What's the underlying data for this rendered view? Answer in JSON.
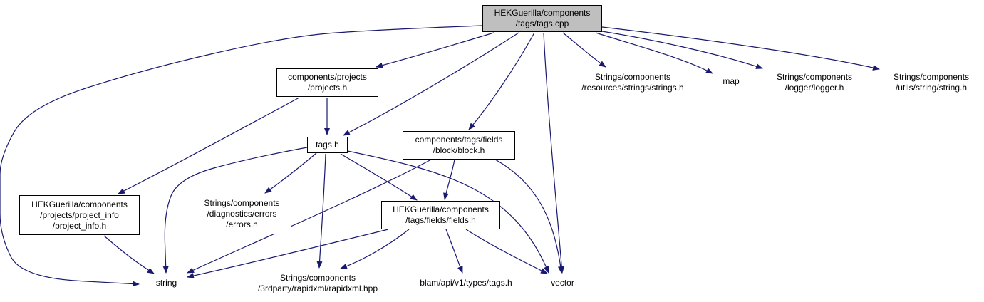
{
  "diagram": {
    "colors": {
      "edge": "#191970",
      "root_fill": "#bfbfbf",
      "local_border": "#000000",
      "external_border": "#bfbfbf"
    },
    "nodes": [
      {
        "id": "root",
        "kind": "root",
        "label": "HEKGuerilla/components\n/tags/tags.cpp"
      },
      {
        "id": "projects_h",
        "kind": "local",
        "label": "components/projects\n/projects.h"
      },
      {
        "id": "tags_h",
        "kind": "local",
        "label": "tags.h"
      },
      {
        "id": "block_h",
        "kind": "local",
        "label": "components/tags/fields\n/block/block.h"
      },
      {
        "id": "project_info_h",
        "kind": "local",
        "label": "HEKGuerilla/components\n/projects/project_info\n/project_info.h"
      },
      {
        "id": "fields_h",
        "kind": "local",
        "label": "HEKGuerilla/components\n/tags/fields/fields.h"
      },
      {
        "id": "strings_h",
        "kind": "external",
        "label": "Strings/components\n/resources/strings/strings.h"
      },
      {
        "id": "map",
        "kind": "external",
        "label": "map"
      },
      {
        "id": "logger_h",
        "kind": "external",
        "label": "Strings/components\n/logger/logger.h"
      },
      {
        "id": "string_h",
        "kind": "external",
        "label": "Strings/components\n/utils/string/string.h"
      },
      {
        "id": "errors_h",
        "kind": "external",
        "label": "Strings/components\n/diagnostics/errors\n/errors.h"
      },
      {
        "id": "string",
        "kind": "external",
        "label": "string"
      },
      {
        "id": "rapidxml",
        "kind": "external",
        "label": "Strings/components\n/3rdparty/rapidxml/rapidxml.hpp"
      },
      {
        "id": "blam_tags",
        "kind": "external",
        "label": "blam/api/v1/types/tags.h"
      },
      {
        "id": "vector",
        "kind": "external",
        "label": "vector"
      }
    ],
    "edges": [
      {
        "from": "root",
        "to": "string"
      },
      {
        "from": "root",
        "to": "projects_h"
      },
      {
        "from": "root",
        "to": "tags_h"
      },
      {
        "from": "root",
        "to": "block_h"
      },
      {
        "from": "root",
        "to": "vector"
      },
      {
        "from": "root",
        "to": "strings_h"
      },
      {
        "from": "root",
        "to": "map"
      },
      {
        "from": "root",
        "to": "logger_h"
      },
      {
        "from": "root",
        "to": "string_h"
      },
      {
        "from": "projects_h",
        "to": "tags_h"
      },
      {
        "from": "projects_h",
        "to": "project_info_h"
      },
      {
        "from": "tags_h",
        "to": "string"
      },
      {
        "from": "tags_h",
        "to": "errors_h"
      },
      {
        "from": "tags_h",
        "to": "rapidxml"
      },
      {
        "from": "tags_h",
        "to": "fields_h"
      },
      {
        "from": "tags_h",
        "to": "vector"
      },
      {
        "from": "block_h",
        "to": "fields_h"
      },
      {
        "from": "block_h",
        "to": "string"
      },
      {
        "from": "block_h",
        "to": "vector"
      },
      {
        "from": "project_info_h",
        "to": "string"
      },
      {
        "from": "fields_h",
        "to": "string"
      },
      {
        "from": "fields_h",
        "to": "rapidxml"
      },
      {
        "from": "fields_h",
        "to": "blam_tags"
      },
      {
        "from": "fields_h",
        "to": "vector"
      }
    ]
  }
}
